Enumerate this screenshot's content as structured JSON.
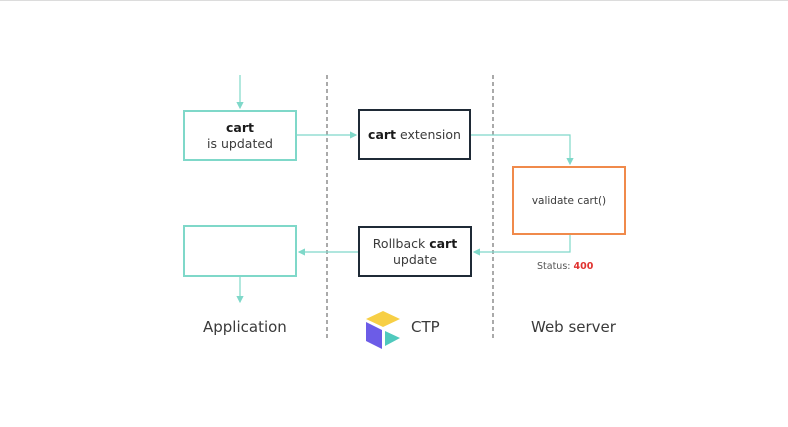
{
  "boxes": {
    "cart_updated": {
      "bold": "cart",
      "text": "is updated"
    },
    "cart_extension": {
      "bold": "cart",
      "text": " extension"
    },
    "validate": {
      "text": "validate cart()"
    },
    "rollback": {
      "prefix": "Rollback ",
      "bold": "cart",
      "line2": "update"
    },
    "app_result": {
      "text": ""
    }
  },
  "status": {
    "label": "Status: ",
    "code": "400"
  },
  "columns": {
    "application": "Application",
    "ctp": "CTP",
    "web_server": "Web server"
  },
  "colors": {
    "teal": "#7fd8c9",
    "dark": "#1f2a36",
    "orange": "#f08a4b",
    "status_red": "#e0322f",
    "logo_yellow": "#f7cf45",
    "logo_purple": "#6c5ce7",
    "logo_teal": "#4fc9bd"
  }
}
